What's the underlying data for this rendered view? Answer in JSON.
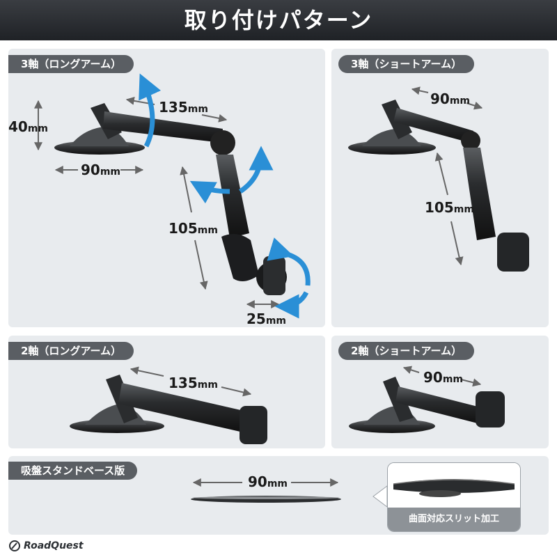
{
  "header": {
    "title": "取り付けパターン"
  },
  "panels": {
    "p1": {
      "label": "3軸（ロングアーム）",
      "dims": {
        "a": "135",
        "b": "40",
        "c": "90",
        "d": "105",
        "e": "25"
      }
    },
    "p2": {
      "label": "3軸（ショートアーム）",
      "dims": {
        "a": "90",
        "b": "105"
      }
    },
    "p3": {
      "label": "2軸（ロングアーム）",
      "dims": {
        "a": "135"
      }
    },
    "p4": {
      "label": "2軸（ショートアーム）",
      "dims": {
        "a": "90"
      }
    },
    "p5": {
      "label": "吸盤スタンドベース版",
      "dims": {
        "a": "90"
      },
      "callout": "曲面対応スリット加工"
    }
  },
  "unit": "mm",
  "brand": {
    "name": "RoadQuest"
  },
  "colors": {
    "accent_arrow": "#2a8fd6",
    "panel_bg": "#e8ebee",
    "pill_bg": "#5a5e63",
    "header_bg": "#2a2d31"
  }
}
